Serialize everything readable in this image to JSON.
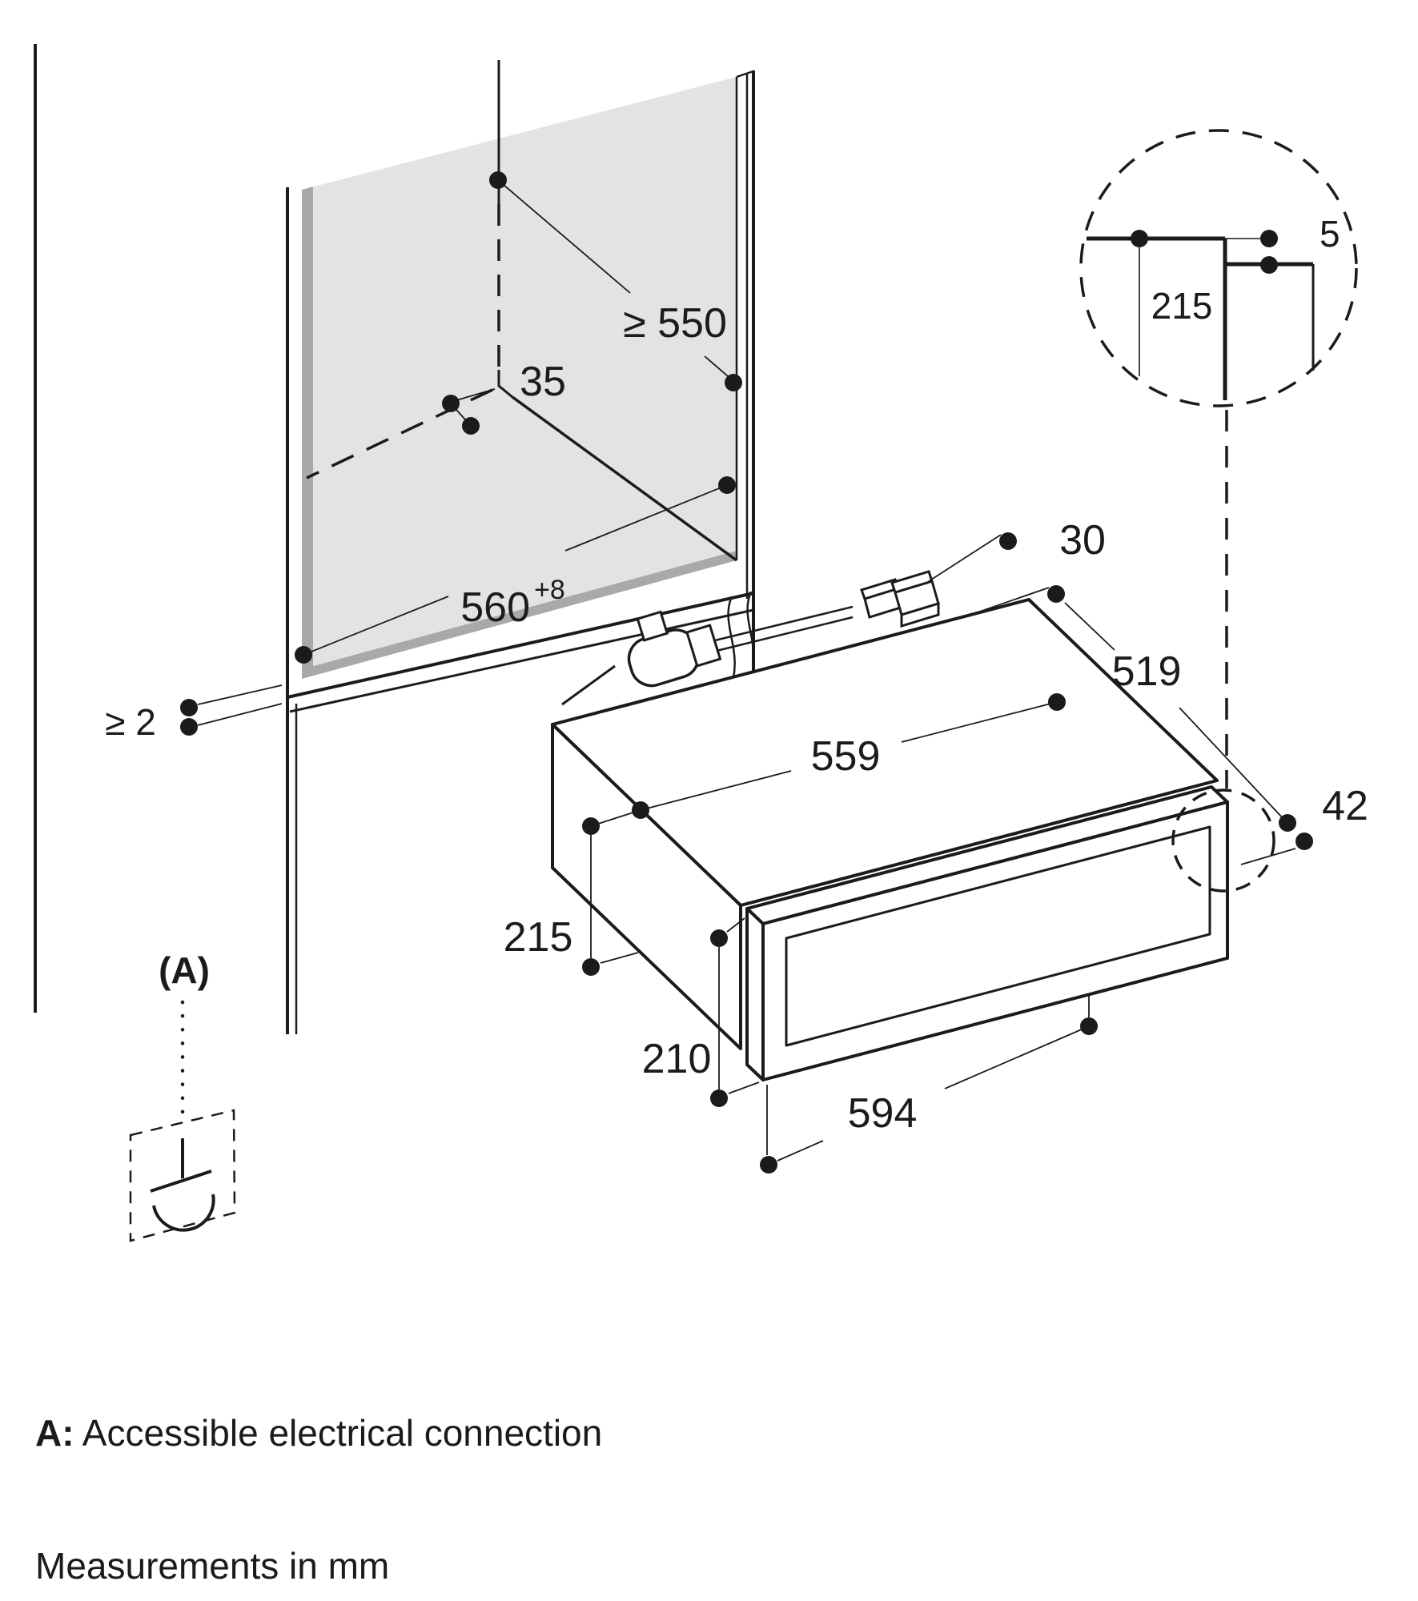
{
  "diagram": {
    "type": "appliance installation drawing",
    "notes": {
      "legend_key": "A:",
      "legend_text": " Accessible electrical connection",
      "units": "Measurements in mm",
      "callout_a": "(A)"
    },
    "dimensions": {
      "min_depth_top": "≥ 550",
      "back_offset": "35",
      "niche_width_base": "560",
      "niche_width_tolerance": "+8",
      "side_gap": "≥ 2",
      "back_clearance": "30",
      "appliance_depth": "519",
      "appliance_width": "559",
      "front_overhang": "42",
      "appliance_height": "215",
      "front_panel_height": "210",
      "front_panel_width": "594",
      "detail_gap": "5",
      "detail_niche_height": "215"
    },
    "colors": {
      "line": "#1b1b1b",
      "panel_fill": "#e3e3e3",
      "panel_edge": "#a9a9a9",
      "background": "#ffffff"
    }
  }
}
